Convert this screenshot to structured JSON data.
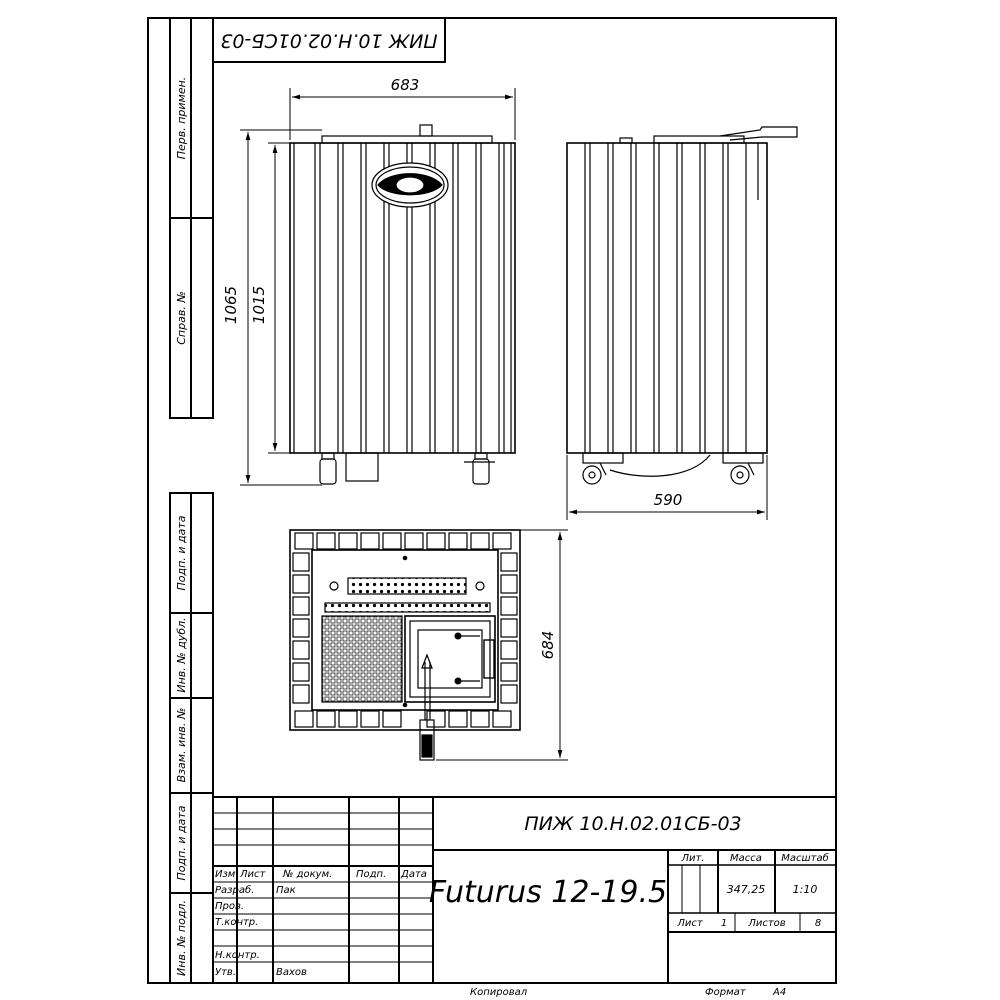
{
  "designation": "ПИЖ 10.Н.02.01СБ-03",
  "designation_top": "ПИЖ 10.Н.02.01СБ-03",
  "product_title": "Futurus 12-19.5",
  "dimensions": {
    "width_front": "683",
    "height_total": "1065",
    "height_body": "1015",
    "depth_side": "590",
    "plan_depth": "684"
  },
  "left_margin_labels": {
    "perv_primen": "Перв. примен.",
    "sprav_no": "Справ. №",
    "podp_i_data_1": "Подп. и дата",
    "inv_no_dubl": "Инв. № дубл.",
    "vzam_inv_no": "Взам. инв. №",
    "podp_i_data_2": "Подп. и дата",
    "inv_no_podl": "Инв. № подл."
  },
  "title_block": {
    "headers": {
      "izm": "Изм.",
      "list": "Лист",
      "no_dokum": "№ докум.",
      "podp": "Подп.",
      "data": "Дата"
    },
    "rows": {
      "razrab": "Разраб.",
      "razrab_name": "Пак",
      "prov": "Пров.",
      "tkontr": "Т.контр.",
      "nkontr": "Н.контр.",
      "utv": "Утв.",
      "utv_name": "Вахов"
    },
    "lit_label": "Лит.",
    "massa_label": "Масса",
    "masshtab_label": "Масштаб",
    "massa_value": "347,25",
    "masshtab_value": "1:10",
    "list_label": "Лист",
    "list_value": "1",
    "listov_label": "Листов",
    "listov_value": "8"
  },
  "footer": {
    "kopiroval": "Копировал",
    "format_label": "Формат",
    "format_value": "А4"
  }
}
